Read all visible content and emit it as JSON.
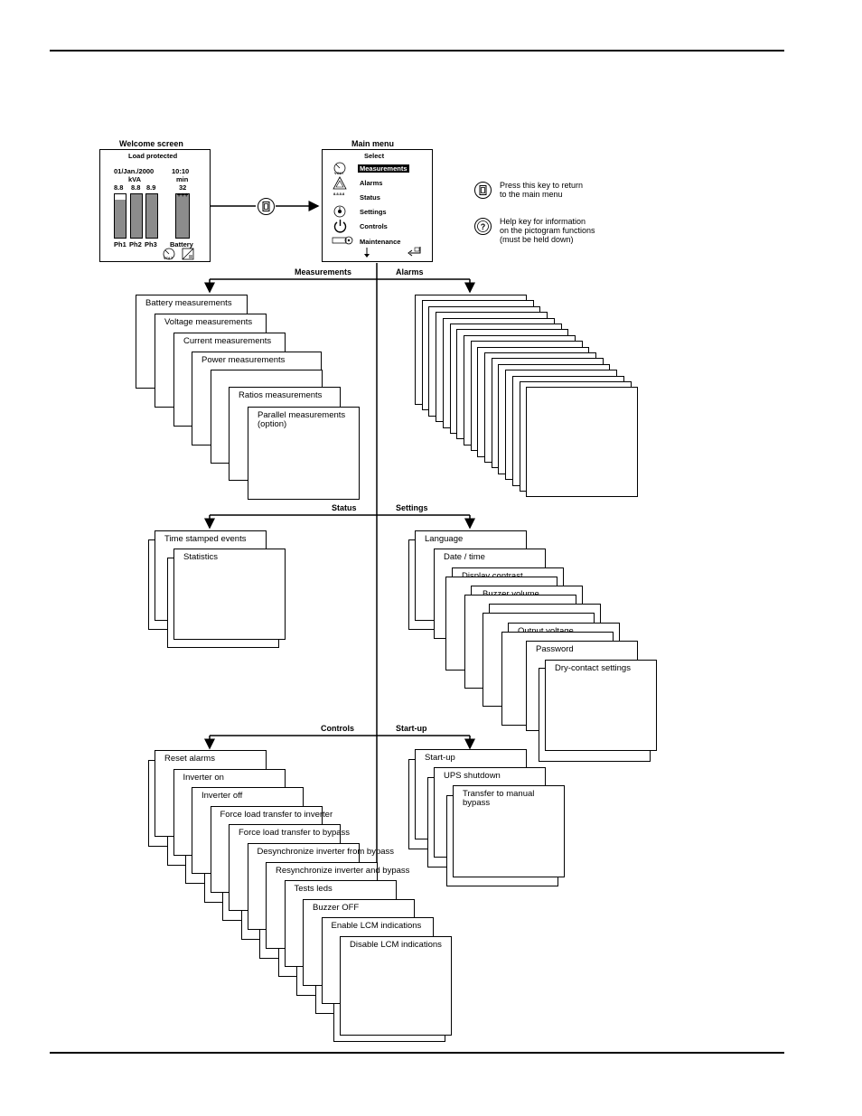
{
  "welcome": {
    "title": "Welcome screen",
    "status": "Load protected",
    "date": "01/Jan./2000",
    "time": "10:10",
    "kva": "kVA",
    "min": "min",
    "ph_values": [
      "8.8",
      "8.8",
      "8.9"
    ],
    "battery_value": "32",
    "battery_signs": "+++",
    "ph_labels": [
      "Ph1",
      "Ph2",
      "Ph3"
    ],
    "battery_label": "Battery",
    "volt": "VOLT"
  },
  "main_menu": {
    "title": "Main menu",
    "select": "Select",
    "items": [
      "Measurements",
      "Alarms",
      "Status",
      "Settings",
      "Controls",
      "Maintenance"
    ],
    "volt": "VOLT",
    "status_icon_text": "8.8.8.8"
  },
  "legend": {
    "return_key": "Press this key to return\nto the main menu",
    "help_key": "Help key for information\non the pictogram functions\n(must be held down)"
  },
  "branches": {
    "measurements": "Measurements",
    "alarms": "Alarms",
    "status": "Status",
    "settings": "Settings",
    "controls": "Controls",
    "startup": "Start-up"
  },
  "measurements_cards": [
    "Battery measurements",
    "Voltage measurements",
    "Current measurements",
    "Power measurements",
    "Ratios measurements",
    "Parallel measurements\n(option)"
  ],
  "status_cards": [
    "Time stamped events",
    "Statistics"
  ],
  "settings_cards": [
    "Language",
    "Date / time",
    "Display contrast",
    "Buzzer volume",
    "Output voltage",
    "Password",
    "Dry-contact settings"
  ],
  "controls_cards": [
    "Reset alarms",
    "Inverter on",
    "Inverter off",
    "Force load transfer to inverter",
    "Force load transfer to bypass",
    "Desynchronize inverter from bypass",
    "Resynchronize inverter and bypass",
    "Tests leds",
    "Buzzer OFF",
    "Enable LCM indications",
    "Disable LCM indications"
  ],
  "startup_cards": [
    "Start-up",
    "UPS shutdown",
    "Transfer to manual\nbypass"
  ]
}
